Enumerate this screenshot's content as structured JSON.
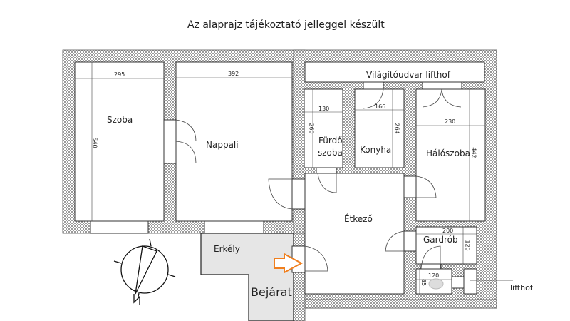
{
  "title": "Az alaprajz tájékoztató jelleggel készült",
  "rooms": {
    "szoba": "Szoba",
    "nappali": "Nappali",
    "vilagitoudvar": "Világítóudvar  lifthof",
    "furdo_line1": "Fürdő",
    "furdo_line2": "szoba",
    "konyha": "Konyha",
    "haloszoba": "Hálószoba",
    "etkezo": "Étkező",
    "gardrob": "Gardrób",
    "erkely": "Erkély",
    "bejarat": "Bejárat"
  },
  "dimensions": {
    "szoba_width": "295",
    "szoba_length": "540",
    "nappali_width": "392",
    "furdo_width": "130",
    "furdo_length": "260",
    "konyha_width": "166",
    "konyha_length": "264",
    "haloszoba_width": "230",
    "haloszoba_length": "442",
    "gardrob_width": "200",
    "gardrob_length": "120",
    "wc_width": "120",
    "wc_length": "85"
  },
  "labels": {
    "lifthof": "lifthof"
  },
  "colors": {
    "entrance_arrow": "#f07f1e",
    "balcony": "#e6e6e6"
  }
}
